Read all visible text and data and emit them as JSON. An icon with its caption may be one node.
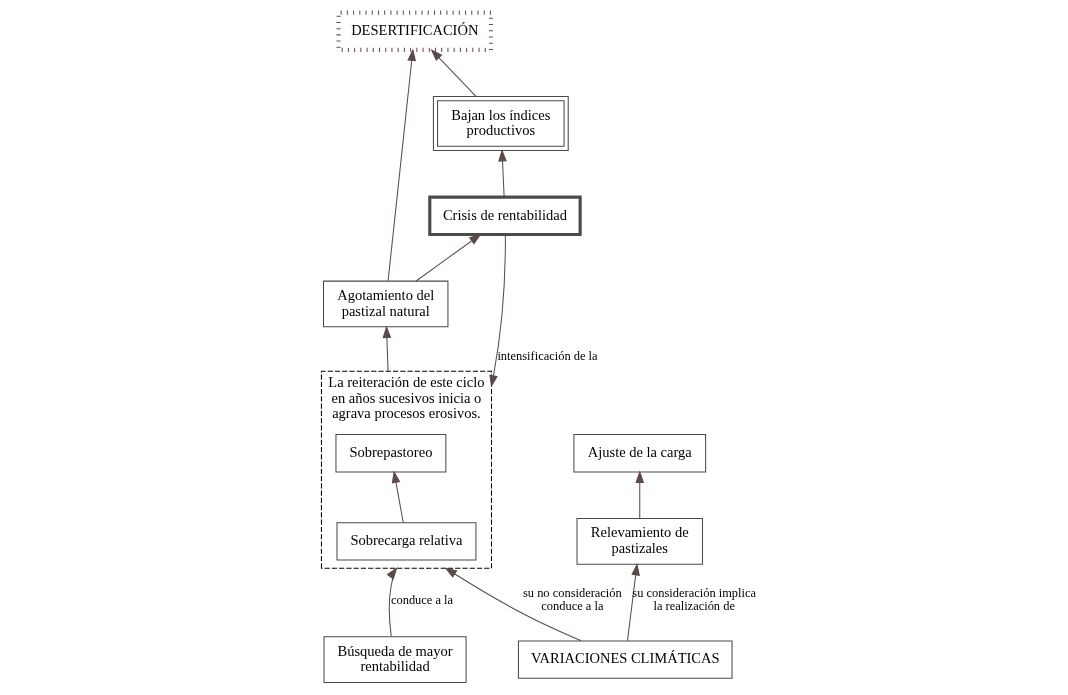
{
  "diagram": {
    "nodes": [
      {
        "text": [
          "DESERTIFICACIÓN"
        ]
      },
      {
        "text": [
          "Bajan los índices productivos"
        ]
      },
      {
        "text": [
          "Crisis de rentabilidad"
        ]
      },
      {
        "text": [
          "Agotamiento del pastizal natural"
        ]
      },
      {
        "text": [],
        "shape": "box",
        "beside": [
          "La reiteración de este ciclo en años sucesivos inicia o agrava procesos erosivos."
        ]
      },
      {
        "text": [
          "Sobrepastoreo"
        ],
        "in": 4
      },
      {
        "text": [
          "Sobrecarga relativa"
        ],
        "in": 4
      },
      {
        "text": [
          "Búsqueda de mayor rentabilidad"
        ]
      },
      {
        "text": [
          "Ajuste de la carga"
        ]
      },
      {
        "text": [
          "VARIACIONES CLIMÁTICAS"
        ]
      },
      {
        "text": [
          "Relevamiento de pastizales"
        ]
      }
    ],
    "edges": [
      {
        "from": 1,
        "to": 0,
        "arrow": "to"
      },
      {
        "from": 3,
        "to": 0,
        "arrow": "to"
      },
      {
        "from": 2,
        "to": 1,
        "arrow": "to"
      },
      {
        "from": 3,
        "to": 2,
        "arrow": "to"
      },
      {
        "from": 4,
        "to": 3,
        "arrow": "to"
      },
      {
        "from": 6,
        "to": 5,
        "arrow": "to"
      },
      {
        "from": 2,
        "to": 4,
        "arrow": "to",
        "label": "intensificación de la"
      },
      {
        "from": 7,
        "to": 4,
        "arrow": "to",
        "label": "conduce a la"
      },
      {
        "from": 9,
        "to": 4,
        "arrow": "to",
        "label": "su no consideración conduce a la"
      },
      {
        "from": 9,
        "to": 10,
        "arrow": "to",
        "label": "su consideración implica la realización de"
      },
      {
        "from": 10,
        "to": 8,
        "arrow": "to"
      }
    ]
  }
}
